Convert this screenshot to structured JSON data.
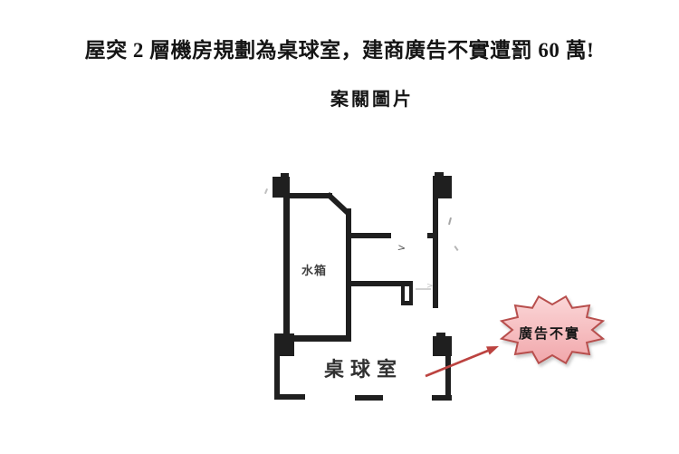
{
  "header": {
    "title": "屋突 2 層機房規劃為桌球室，建商廣告不實遭罰 60 萬!",
    "subtitle": "案關圖片"
  },
  "floor_plan": {
    "water_tank_label": "水箱",
    "billiard_room_label": "桌球室",
    "direction_mark": ">",
    "wall_color": "#1f1f1f"
  },
  "callout": {
    "burst_label": "廣告不實",
    "burst_fill_top": "#fbd6d7",
    "burst_fill_bottom": "#f1a7ab",
    "burst_border": "#b8504e",
    "arrow_color": "#bc4340"
  }
}
